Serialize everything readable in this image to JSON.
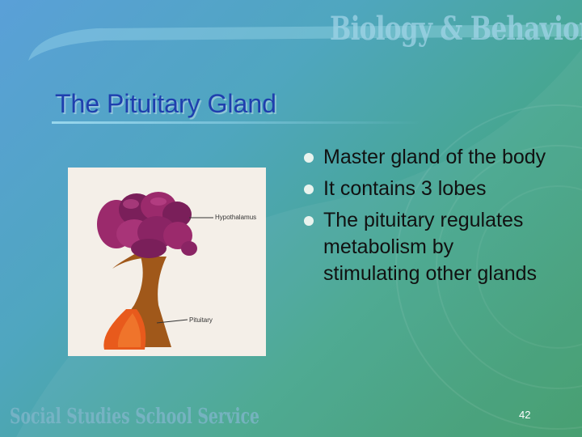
{
  "header": {
    "brand_text": "Biology & Behavior"
  },
  "slide": {
    "title": "The Pituitary Gland",
    "bullets": [
      {
        "text": "Master gland of the body"
      },
      {
        "text": "It contains 3 lobes"
      },
      {
        "text": "The pituitary regulates metabolism by stimulating other glands"
      }
    ],
    "figure": {
      "labels": {
        "hypothalamus": "Hypothalamus",
        "pituitary": "Pituitary"
      }
    }
  },
  "footer": {
    "brand_text": "Social Studies School Service",
    "page_number": "42"
  },
  "colors": {
    "title": "#1f3fae",
    "background_start": "#5aa0d8",
    "background_end": "#3f9a6a"
  }
}
